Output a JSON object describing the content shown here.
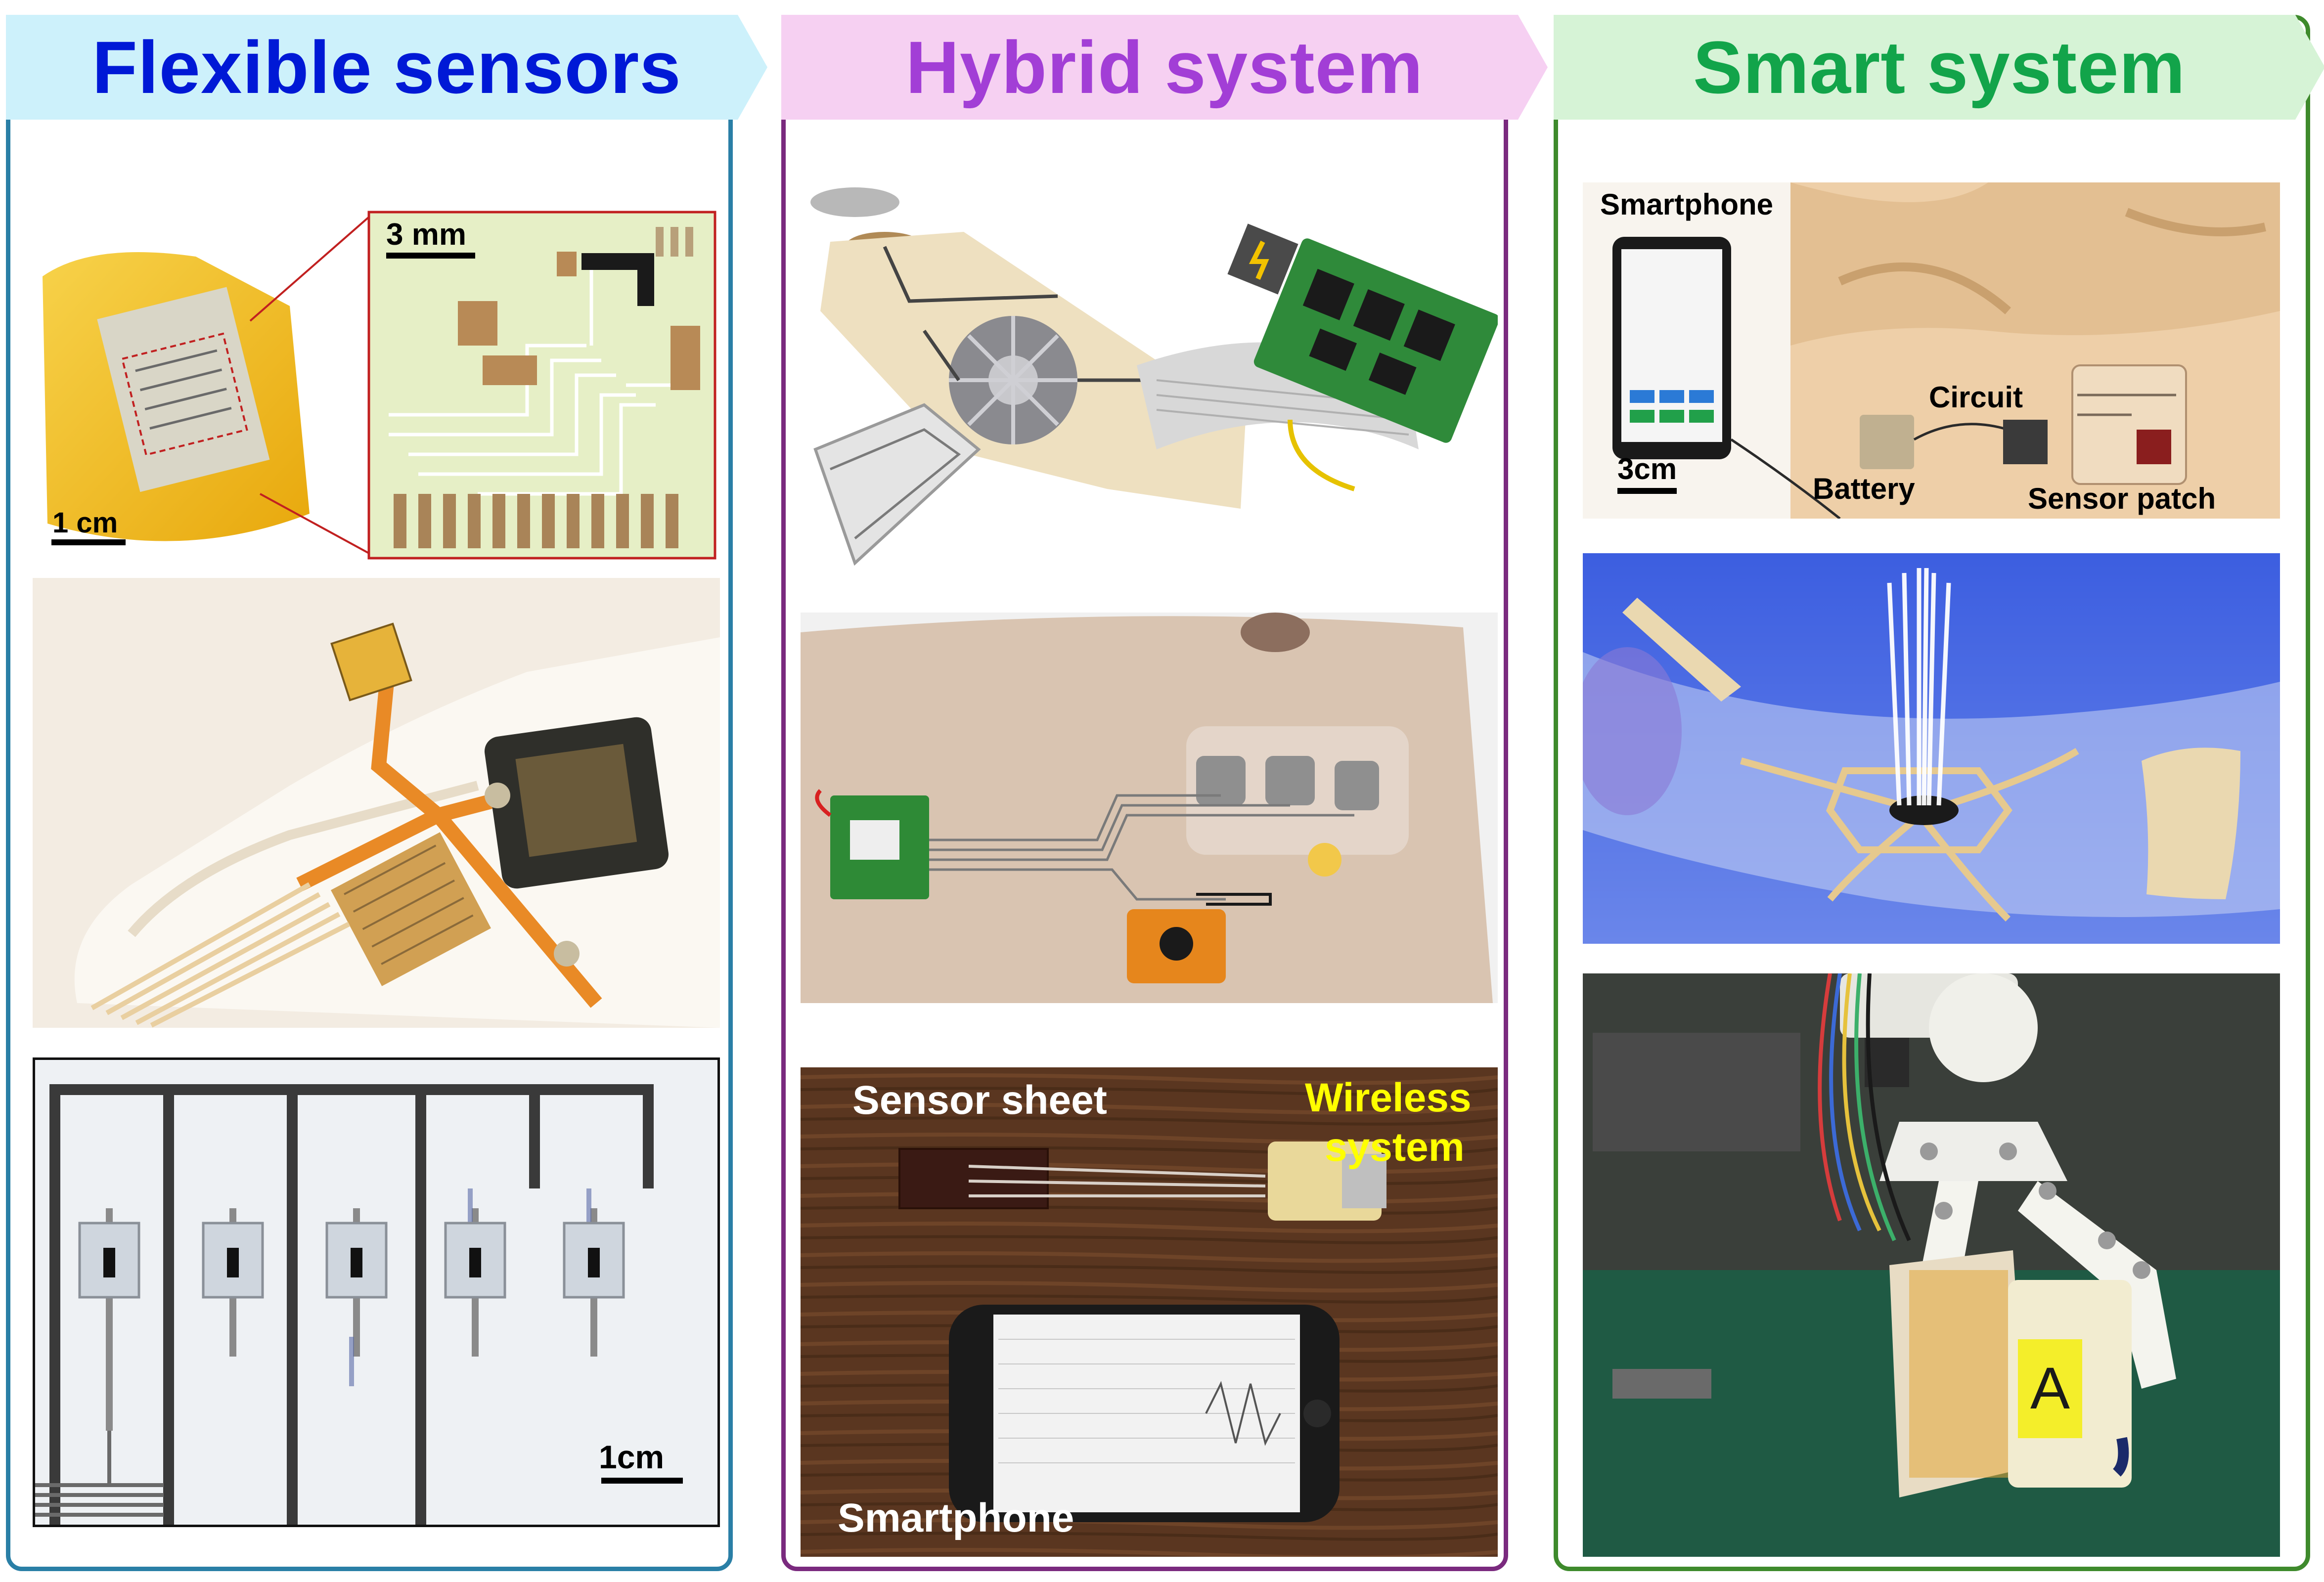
{
  "panels": {
    "flexible": {
      "title": "Flexible sensors",
      "title_color": "#0019d6",
      "header_bg": "#cdf1fb",
      "border_color": "#2a7fa6",
      "photo1": {
        "inset_scale": "3 mm",
        "scale": "1 cm"
      },
      "photo3": {
        "scale": "1cm"
      }
    },
    "hybrid": {
      "title": "Hybrid system",
      "title_color": "#a23ed6",
      "header_bg": "#f6d0f2",
      "border_color": "#7a2a7e",
      "photo3": {
        "sensor_sheet": "Sensor sheet",
        "wireless_line1": "Wireless",
        "wireless_line2": "system",
        "smartphone": "Smartphone",
        "wireless_color": "#ffff00"
      }
    },
    "smart": {
      "title": "Smart system",
      "title_color": "#12a44a",
      "header_bg": "#d6f3d6",
      "border_color": "#3e8a2c",
      "photo1": {
        "smartphone": "Smartphone",
        "scale": "3cm",
        "circuit": "Circuit",
        "battery": "Battery",
        "sensor_patch": "Sensor patch"
      },
      "photo3": {
        "letter": "A"
      }
    }
  }
}
